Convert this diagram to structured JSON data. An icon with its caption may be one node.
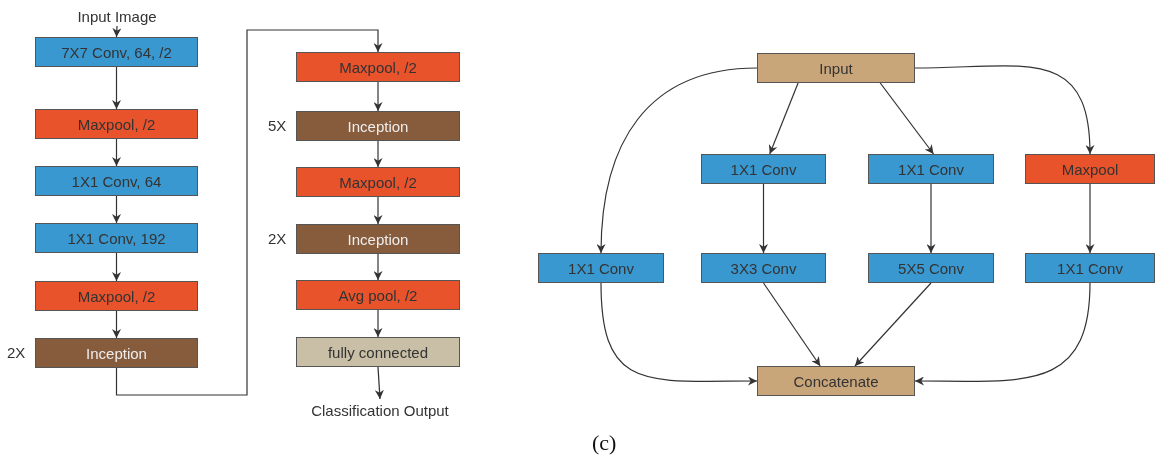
{
  "diagram": {
    "caption": "(c)",
    "nodes": [
      {
        "text": [
          "Input Image"
        ]
      },
      {
        "text": [
          "7X7 Conv, 64, /2"
        ]
      },
      {
        "text": [
          "Maxpool, /2"
        ]
      },
      {
        "text": [
          "1X1 Conv, 64"
        ]
      },
      {
        "text": [
          "1X1 Conv, 192"
        ]
      },
      {
        "text": [
          "Maxpool, /2"
        ]
      },
      {
        "text": [
          "Inception"
        ],
        "beside": [
          "2X"
        ]
      },
      {
        "text": [
          "Maxpool, /2"
        ]
      },
      {
        "text": [
          "Inception"
        ],
        "beside": [
          "5X"
        ]
      },
      {
        "text": [
          "Maxpool, /2"
        ]
      },
      {
        "text": [
          "Inception"
        ],
        "beside": [
          "2X"
        ]
      },
      {
        "text": [
          "Avg pool, /2"
        ]
      },
      {
        "text": [
          "fully connected"
        ]
      },
      {
        "text": [
          "Classification Output"
        ]
      },
      {
        "text": [
          "Input"
        ]
      },
      {
        "text": [
          "1X1 Conv"
        ]
      },
      {
        "text": [
          "1X1 Conv"
        ]
      },
      {
        "text": [
          "Maxpool"
        ]
      },
      {
        "text": [
          "1X1 Conv"
        ]
      },
      {
        "text": [
          "3X3 Conv"
        ]
      },
      {
        "text": [
          "5X5 Conv"
        ]
      },
      {
        "text": [
          "1X1 Conv"
        ]
      },
      {
        "text": [
          "Concatenate"
        ]
      }
    ],
    "edges": [
      {
        "from": 0,
        "to": 1,
        "arrow": "to"
      },
      {
        "from": 1,
        "to": 2,
        "arrow": "to"
      },
      {
        "from": 2,
        "to": 3,
        "arrow": "to"
      },
      {
        "from": 3,
        "to": 4,
        "arrow": "to"
      },
      {
        "from": 4,
        "to": 5,
        "arrow": "to"
      },
      {
        "from": 5,
        "to": 6,
        "arrow": "to"
      },
      {
        "from": 6,
        "to": 7,
        "arrow": "to"
      },
      {
        "from": 7,
        "to": 8,
        "arrow": "to"
      },
      {
        "from": 8,
        "to": 9,
        "arrow": "to"
      },
      {
        "from": 9,
        "to": 10,
        "arrow": "to"
      },
      {
        "from": 10,
        "to": 11,
        "arrow": "to"
      },
      {
        "from": 11,
        "to": 12,
        "arrow": "to"
      },
      {
        "from": 12,
        "to": 13,
        "arrow": "to"
      },
      {
        "from": 14,
        "to": 18,
        "arrow": "to"
      },
      {
        "from": 14,
        "to": 15,
        "arrow": "to"
      },
      {
        "from": 14,
        "to": 16,
        "arrow": "to"
      },
      {
        "from": 14,
        "to": 17,
        "arrow": "to"
      },
      {
        "from": 15,
        "to": 19,
        "arrow": "to"
      },
      {
        "from": 16,
        "to": 20,
        "arrow": "to"
      },
      {
        "from": 17,
        "to": 21,
        "arrow": "to"
      },
      {
        "from": 18,
        "to": 22,
        "arrow": "to"
      },
      {
        "from": 19,
        "to": 22,
        "arrow": "to"
      },
      {
        "from": 20,
        "to": 22,
        "arrow": "to"
      },
      {
        "from": 21,
        "to": 22,
        "arrow": "to"
      }
    ]
  }
}
